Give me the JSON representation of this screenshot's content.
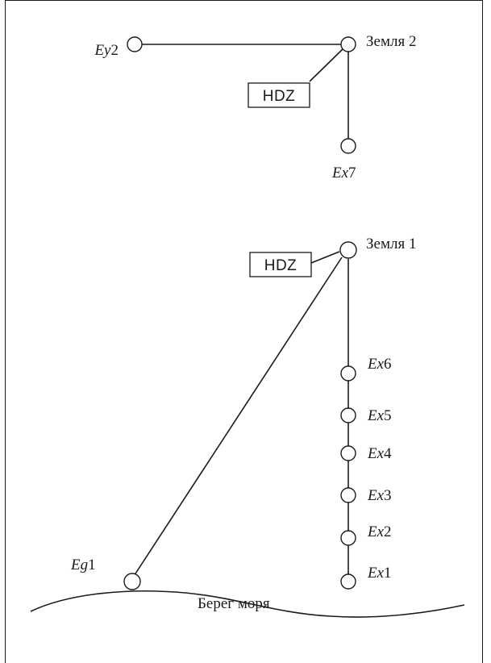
{
  "labels": {
    "ground2": "Земля 2",
    "ground1": "Земля 1",
    "hdz_top": "HDZ",
    "hdz_bottom": "HDZ",
    "ey2_prefix": "Ey",
    "ey2_num": "2",
    "ex7_prefix": "Ex",
    "ex7_num": "7",
    "ex6_prefix": "Ex",
    "ex6_num": "6",
    "ex5_prefix": "Ex",
    "ex5_num": "5",
    "ex4_prefix": "Ex",
    "ex4_num": "4",
    "ex3_prefix": "Ex",
    "ex3_num": "3",
    "ex2_prefix": "Ex",
    "ex2_num": "2",
    "ex1_prefix": "Ex",
    "ex1_num": "1",
    "eg1_prefix": "Eg",
    "eg1_num": "1",
    "shore": "Берег моря"
  }
}
